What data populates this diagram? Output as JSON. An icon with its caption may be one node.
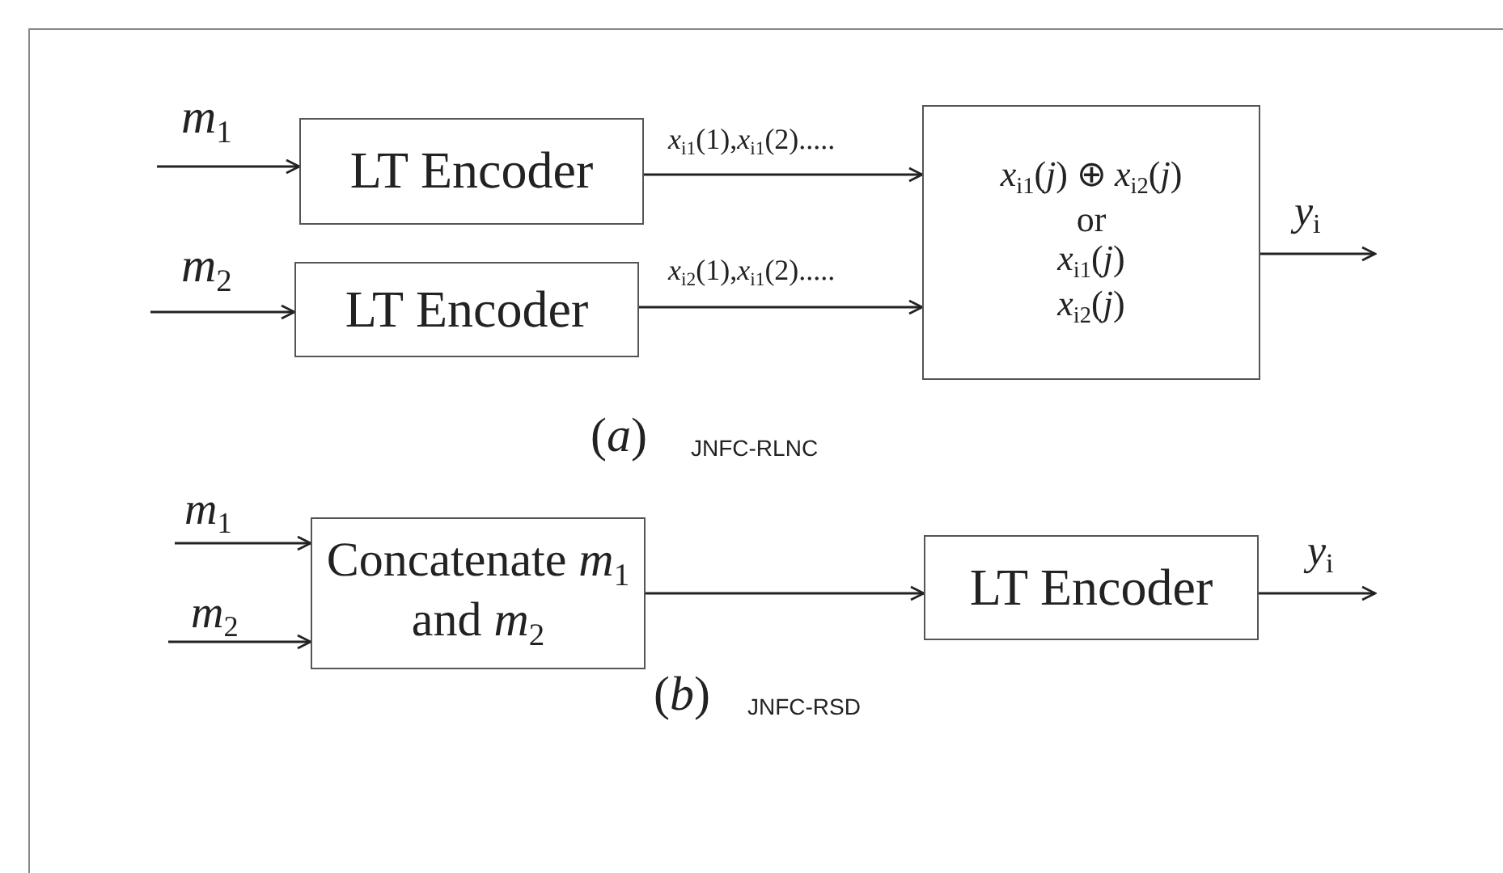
{
  "diagram": {
    "nodes": [
      {
        "text": [
          "LT Encoder"
        ]
      },
      {
        "text": [
          "LT Encoder"
        ]
      },
      {
        "text": [
          "*x*$_{i1}$(*j*) ⊕ *x*$_{i2}$(*j*)",
          "or",
          "*x*$_{i1}$(*j*)",
          "*x*$_{i2}$(*j*)"
        ]
      },
      {
        "text": [
          "Concatenate *m*$_{1}$ and *m*$_{2}$"
        ]
      },
      {
        "text": [
          "LT Encoder"
        ]
      }
    ],
    "edges": [
      {
        "from": null,
        "to": 0,
        "arrow": "to",
        "label": "*m*$_{1}$"
      },
      {
        "from": null,
        "to": 1,
        "arrow": "to",
        "label": "*m*$_{2}$"
      },
      {
        "from": 0,
        "to": 2,
        "arrow": "to",
        "label": "*x*$_{i1}$(1),*x*$_{i1}$(2)....."
      },
      {
        "from": 1,
        "to": 2,
        "arrow": "to",
        "label": "*x*$_{i2}$(1),*x*$_{i1}$(2)....."
      },
      {
        "from": 2,
        "to": null,
        "arrow": "to",
        "label": "*y*$_{i}$"
      },
      {
        "from": null,
        "to": 3,
        "arrow": "to",
        "label": "*m*$_{1}$"
      },
      {
        "from": null,
        "to": 3,
        "arrow": "to",
        "label": "*m*$_{2}$"
      },
      {
        "from": 3,
        "to": 4,
        "arrow": "to"
      },
      {
        "from": 4,
        "to": null,
        "arrow": "to",
        "label": "*y*$_{i}$"
      }
    ],
    "labels": [
      "(*a*)",
      "JNFC-RLNC",
      "(*b*)",
      "JNFC-RSD"
    ]
  }
}
